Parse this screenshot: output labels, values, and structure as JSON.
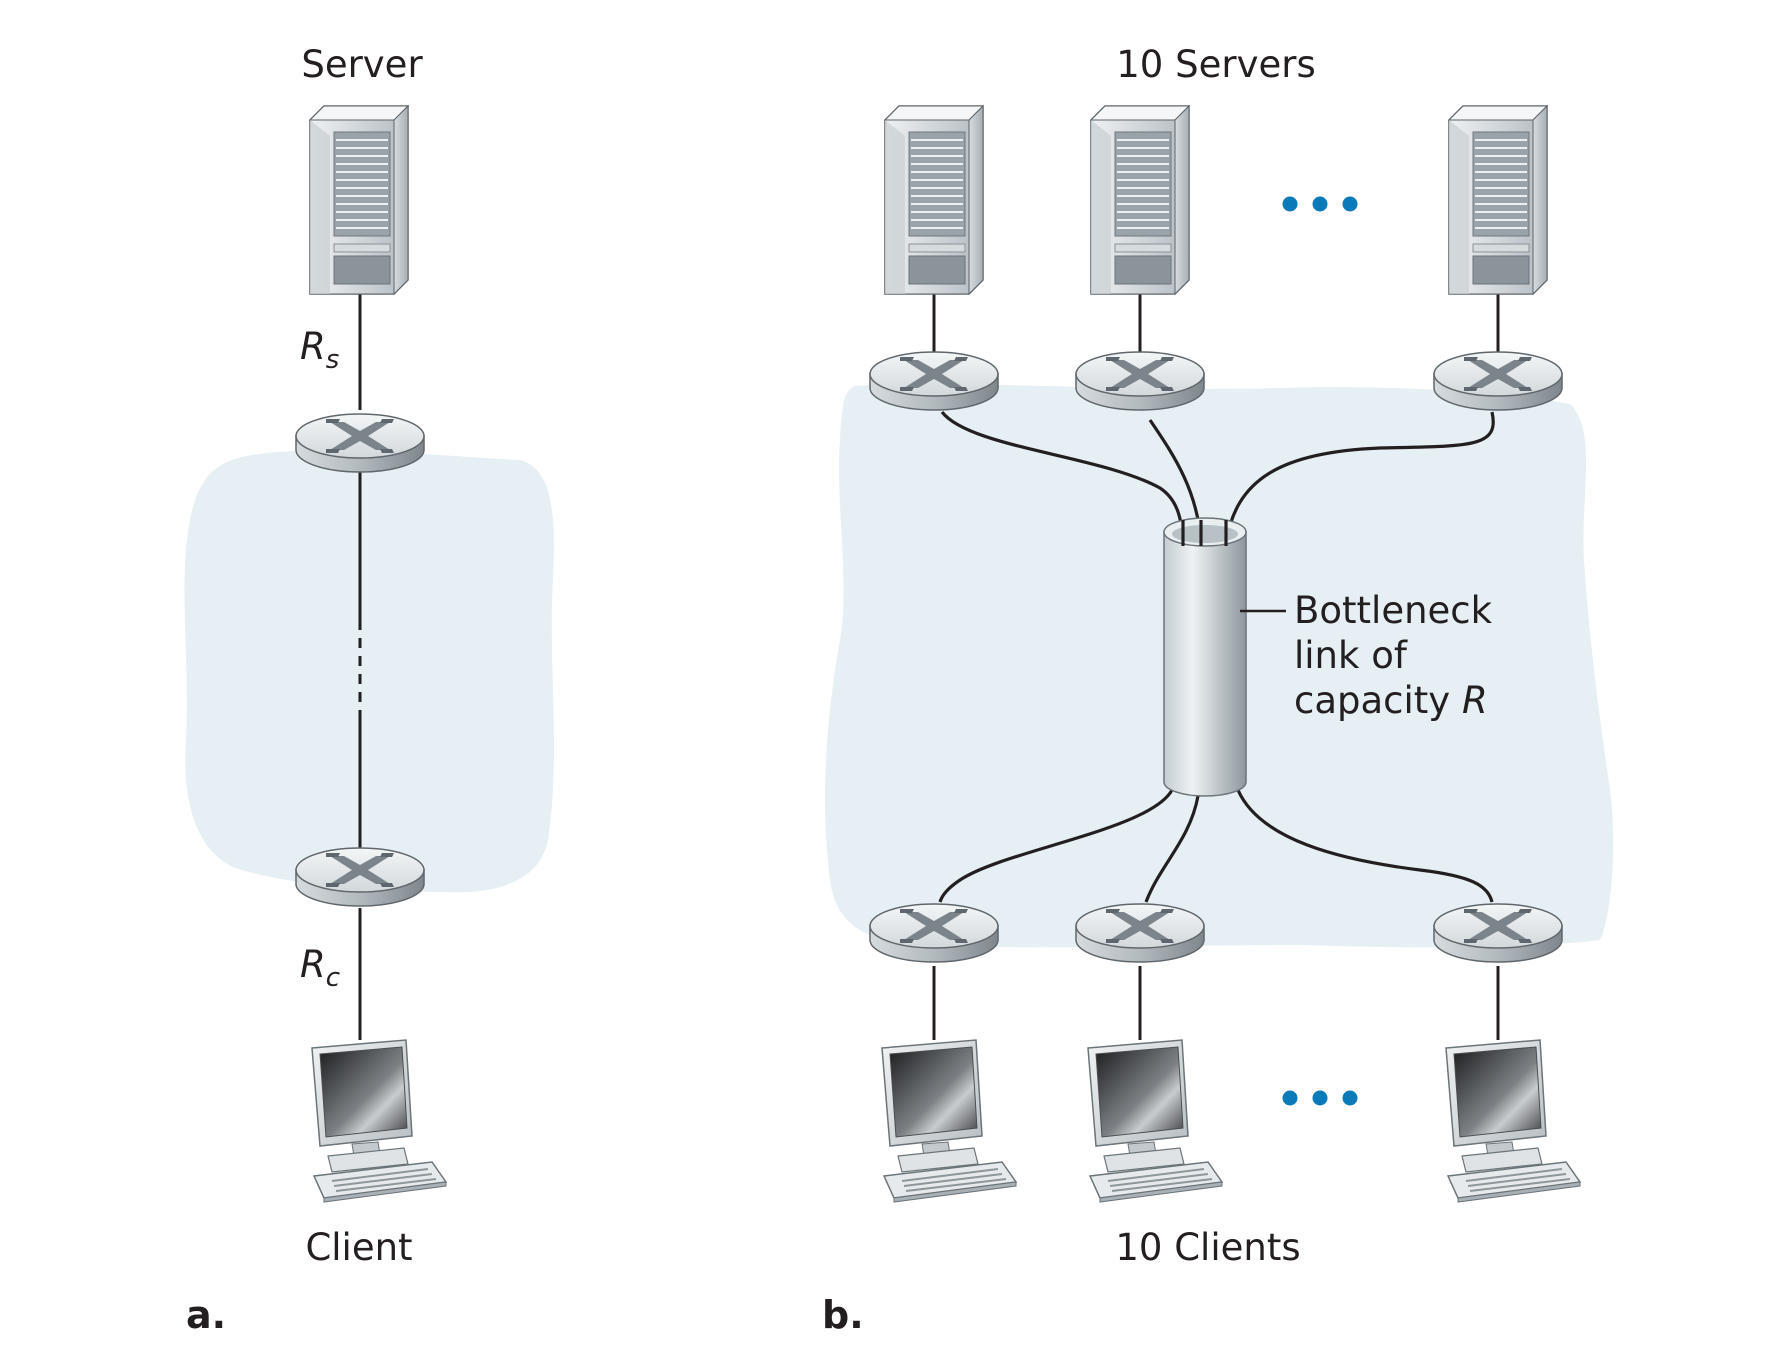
{
  "panel_a": {
    "server_label": "Server",
    "client_label": "Client",
    "rs_letter": "R",
    "rs_sub": "s",
    "rc_letter": "R",
    "rc_sub": "c",
    "part_label": "a."
  },
  "panel_b": {
    "servers_label": "10 Servers",
    "clients_label": "10 Clients",
    "bottleneck_lines": [
      "Bottleneck",
      "link of",
      "capacity "
    ],
    "capacity_var": "R",
    "part_label": "b."
  },
  "colors": {
    "cloud": "#e6eff3",
    "ellipsis_dots": "#0a7ab8",
    "line": "#231f20"
  }
}
